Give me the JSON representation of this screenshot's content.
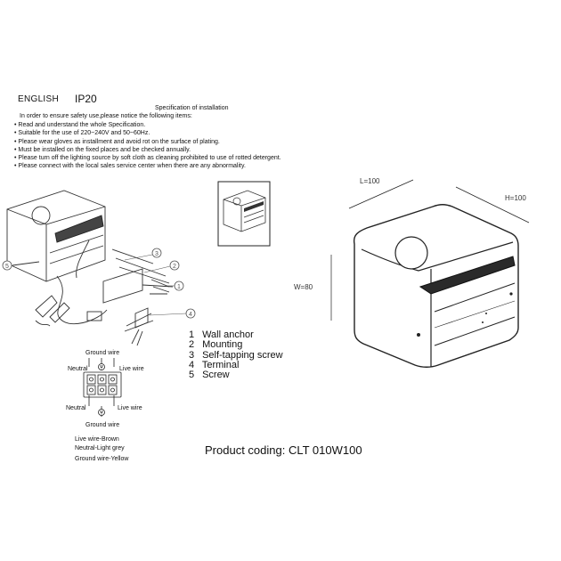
{
  "header": {
    "language": "ENGLISH",
    "protection": "IP20",
    "spec_title": "Specification of installation",
    "intro": "In order to ensure safety use,please notice the following items:"
  },
  "rules": [
    "• Read and understand the whole Specification.",
    "• Suitable for the use of 220~240V and 50~60Hz.",
    "• Please wear gloves as installment and avoid rot on the surface of plating.",
    "• Must be installed on the fixed places and be checked annually.",
    "• Please turn off the lighting source by soft cloth as cleaning prohibited to use of rotted detergent.",
    "• Please connect with the local sales service center when there are any abnormality."
  ],
  "dimensions": {
    "length": "L=100",
    "height": "H=100",
    "width": "W=80"
  },
  "callouts": [
    "1",
    "2",
    "3",
    "4",
    "5"
  ],
  "parts": [
    {
      "num": "1",
      "label": "Wall anchor"
    },
    {
      "num": "2",
      "label": "Mounting"
    },
    {
      "num": "3",
      "label": "Self-tapping screw"
    },
    {
      "num": "4",
      "label": "Terminal"
    },
    {
      "num": "5",
      "label": "Screw"
    }
  ],
  "wiring": {
    "ground_top": "Ground wire",
    "ground_bottom": "Ground wire",
    "neutral_top": "Neutral",
    "neutral_bottom": "Neutral",
    "live_top": "Live wire",
    "live_bottom": "Live wire"
  },
  "wire_colors": {
    "live": "Live wire-Brown",
    "neutral": "Neutral-Light grey",
    "ground": "Ground wire-Yellow"
  },
  "product_coding": "Product coding: CLT 010W100"
}
